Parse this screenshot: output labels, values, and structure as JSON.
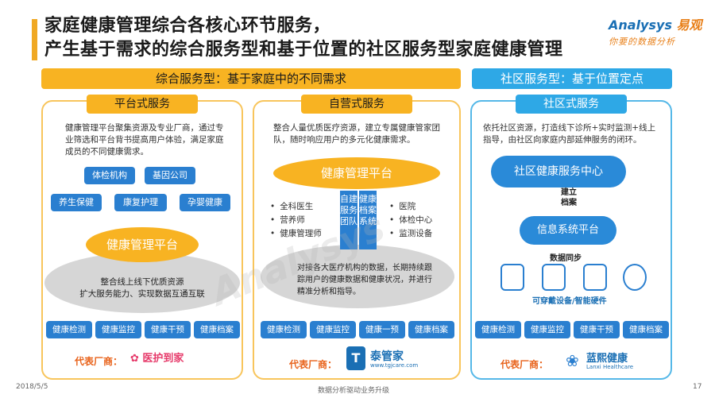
{
  "title": {
    "line1": "家庭健康管理综合各核心环节服务，",
    "line2": "产生基于需求的综合服务型和基于位置的社区服务型家庭健康管理"
  },
  "logo": {
    "brand": "Analysys",
    "brand_cn": "易观",
    "tagline": "你要的数据分析"
  },
  "banners": {
    "left": "综合服务型：基于家庭中的不同需求",
    "right": "社区服务型：基于位置定点"
  },
  "panel1": {
    "tab": "平台式服务",
    "desc": "健康管理平台聚集资源及专业厂商，通过专业筛选和平台背书提高用户体验，满足家庭成员的不同健康需求。",
    "chips": [
      "体检机构",
      "基因公司",
      "养生保健",
      "康复护理",
      "孕婴健康"
    ],
    "platform": "健康管理平台",
    "ellipse_text": "整合线上线下优质资源\n扩大服务能力、实现数据互通互联",
    "buttons": [
      "健康检测",
      "健康监控",
      "健康干预",
      "健康档案"
    ],
    "rep_label": "代表厂商：",
    "vendor": "医护到家"
  },
  "panel2": {
    "tab": "自营式服务",
    "desc": "整合人量优质医疗资源，建立专属健康管家团队，随时响应用户的多元化健康需求。",
    "platform": "健康管理平台",
    "left_bullets": [
      "全科医生",
      "营养师",
      "健康管理师"
    ],
    "right_bullets": [
      "医院",
      "体检中心",
      "监测设备"
    ],
    "arrow_left": "自建服务团队",
    "arrow_right": "健康档案系统",
    "ellipse_text": "对接各大医疗机构的数据，长期持续跟踪用户的健康数据和健康状况，并进行精准分析和指导。",
    "buttons": [
      "健康检测",
      "健康监控",
      "健康一预",
      "健康档案"
    ],
    "rep_label": "代表厂商：",
    "vendor": "泰管家",
    "vendor_url": "www.tgjcare.com"
  },
  "panel3": {
    "tab": "社区式服务",
    "desc": "依托社区资源，打造线下诊所+实时监测+线上指导，由社区向家庭内部延伸服务的闭环。",
    "center": "社区健康服务中心",
    "arrow_label": "建立档案",
    "info_platform": "信息系统平台",
    "sync_label": "数据同步",
    "devices_label": "可穿戴设备/智能硬件",
    "buttons": [
      "健康检测",
      "健康监控",
      "健康干预",
      "健康档案"
    ],
    "rep_label": "代表厂商：",
    "vendor": "蓝熙健康",
    "vendor_en": "Lanxi Healthcare"
  },
  "footer": {
    "date": "2018/5/5",
    "center": "数据分析驱动业务升级",
    "page": "17"
  }
}
